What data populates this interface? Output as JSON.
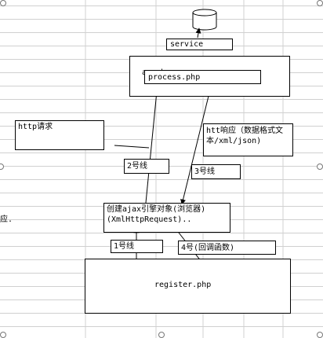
{
  "colors": {
    "grid": "#d0d0d0",
    "line": "#000000",
    "handle": "#777777"
  },
  "nodes": {
    "database": "",
    "service": "service",
    "apache": "apache",
    "process": "process.php",
    "http_request": "http请求",
    "http_response": "htt响应（数据格式文本/xml/json)",
    "ajax_engine": "创建ajax引擎对象(浏览器)(XmlHttpRequest)..",
    "register": "register.php"
  },
  "edge_labels": {
    "line1": "1号线",
    "line2": "2号线",
    "line3": "3号线",
    "line4": "4号(回调函数)"
  },
  "margin_text": "应."
}
